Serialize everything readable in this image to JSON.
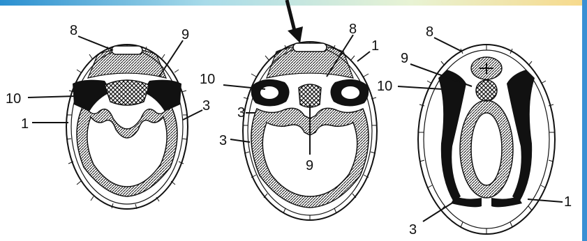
{
  "colors": {
    "ink": "#111111",
    "band_left": "#2a8fd0",
    "band_mid": "#a8dbe9",
    "band_right": "#f7d98a",
    "edge": "#3a8fd4",
    "background": "#ffffff"
  },
  "icons": [
    "arrow-down-icon"
  ],
  "figures": [
    {
      "labels": [
        "8",
        "9",
        "10",
        "1",
        "3"
      ]
    },
    {
      "labels": [
        "8",
        "1",
        "10",
        "3",
        "3",
        "9"
      ]
    },
    {
      "labels": [
        "8",
        "9",
        "10",
        "1",
        "3"
      ]
    }
  ]
}
